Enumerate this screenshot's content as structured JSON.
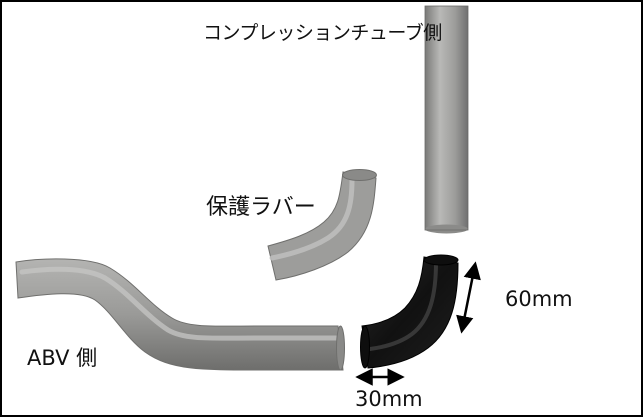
{
  "labels": {
    "compression_tube_side": "コンプレッションチューブ側",
    "protective_rubber": "保護ラバー",
    "abv_side": "ABV 側",
    "height_dimension": "60mm",
    "width_dimension": "30mm"
  },
  "colors": {
    "frame": "#000000",
    "gray_tube": "#9a9a98",
    "gray_tube_highlight": "#c4c4c2",
    "gray_tube_shadow": "#6f6f6d",
    "black_hose": "#161616",
    "black_hose_highlight": "#3a3a3a",
    "arrow": "#000000"
  }
}
